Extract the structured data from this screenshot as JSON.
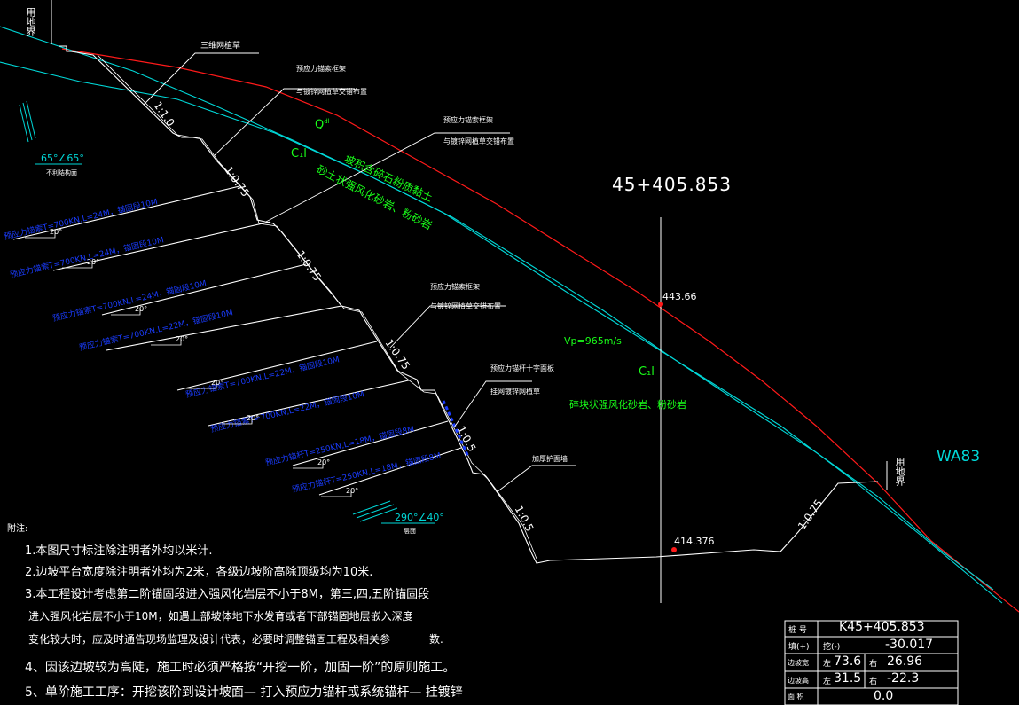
{
  "station_title": "45+405.853",
  "elevation_top": "443.66",
  "elevation_bottom": "414.376",
  "layer_label": "WA83",
  "land_boundary": "用地界",
  "boundary_right": "用地界",
  "strata": {
    "q_symbol": "Q",
    "q_superscript": "dl",
    "q_desc": "坡积含碎石粉质黏土",
    "c1l_upper": "C₁l",
    "c1l_upper_desc": "砂土状强风化砂岩、粉砂岩",
    "c1l_lower": "C₁l",
    "c1l_lower_desc": "碎块状强风化砂岩、粉砂岩",
    "vp": "Vp=965m/s"
  },
  "callouts": {
    "three_d_net": "三维网植草",
    "anchor1_a": "预应力锚索框架",
    "anchor1_b": "与镀锌网植草交错布置",
    "anchor2_a": "预应力锚索框架",
    "anchor2_b": "与镀锌网植草交错布置",
    "anchor3_a": "预应力锚索框架",
    "anchor3_b": "与镀锌网植草交错布置",
    "anchor_bolt": "预应力锚杆十字面板",
    "hanging_net": "挂网镀锌网植草",
    "retaining_wall": "加厚护面墙"
  },
  "slopes": {
    "s1": "1:1.0",
    "s2": "1:0.75",
    "s3": "1:0.75",
    "s4": "1:0.75",
    "s5": "1:0.5",
    "s6": "1:0.5",
    "s7": "1:0.75"
  },
  "anchors": [
    "预应力锚索T=700KN,L=24M，锚固段10M",
    "预应力锚索T=700KN,L=24M，锚固段10M",
    "预应力锚索T=700KN,L=24M，锚固段10M",
    "预应力锚索T=700KN,L=22M，锚固段10M",
    "预应力锚索T=700KN,L=22M，锚固段10M",
    "预应力锚索T=700KN,L=22M，锚固段10M",
    "预应力锚杆T=250KN,L=18M，锚固段8M",
    "预应力锚杆T=250KN,L=18M，锚固段8M"
  ],
  "angle_label": "20°",
  "joint_upper": "65°∠65°",
  "joint_upper_sub": "不利结构面",
  "joint_lower": "290°∠40°",
  "joint_lower_sub": "层面",
  "notes": {
    "heading": "附注:",
    "n1": "1.本图尺寸标注除注明者外均以米计.",
    "n2": "2.边坡平台宽度除注明者外均为2米，各级边坡阶高除顶级均为10米.",
    "n3a": "3.本工程设计考虑第二阶锚固段进入强风化岩层不小于8M，第三,四,五阶锚固段",
    "n3b": "进入强风化岩层不小于10M，如遇上部坡体地下水发育或者下部锚固地层嵌入深度",
    "n3c": "变化较大时，应及时通告现场监理及设计代表，必要时调整锚固工程及相关参",
    "n3d": "数.",
    "n4": "4、因该边坡较为高陡，施工时必须严格按“开挖一阶，加固一阶”的原则施工。",
    "n5": "5、单阶施工工序：开挖该阶到设计坡面— 打入预应力锚杆或系统锚杆— 挂镀锌"
  },
  "table": {
    "r1_label": "桩 号",
    "r1_value": "K45+405.853",
    "r2_a": "填(+)",
    "r2_b": "挖(-)",
    "r2_value": "-30.017",
    "r3_label": "边坡宽",
    "r3_left_tag": "左",
    "r3_left": "73.6",
    "r3_right_tag": "右",
    "r3_right": "26.96",
    "r4_label": "边坡高",
    "r4_left_tag": "左",
    "r4_left": "31.5",
    "r4_right_tag": "右",
    "r4_right": "-22.3",
    "r5_label": "面 积",
    "r5_value": "0.0"
  },
  "colors": {
    "ground": "#ff1a1a",
    "strata": "#00d8d8",
    "anchor": "#ffffff",
    "anchor_text": "#1a3cff",
    "green_text": "#19ff19",
    "white": "#ffffff"
  }
}
